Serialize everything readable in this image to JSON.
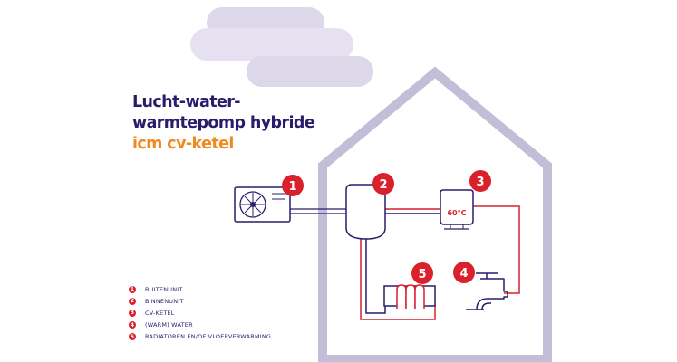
{
  "title": {
    "line1": "Lucht-water-",
    "line2": "warmtepomp hybride",
    "line3": "icm cv-ketel"
  },
  "boiler_temperature": "60°C",
  "markers": [
    "1",
    "2",
    "3",
    "4",
    "5"
  ],
  "legend": [
    {
      "num": "1",
      "label": "BUITENUNIT"
    },
    {
      "num": "2",
      "label": "BINNENUNIT"
    },
    {
      "num": "3",
      "label": "CV-KETEL"
    },
    {
      "num": "4",
      "label": "(WARM) WATER"
    },
    {
      "num": "5",
      "label": " RADIATOREN EN/OF VLOERVERWARMING"
    }
  ],
  "colors": {
    "navy": "#2a1c6b",
    "orange": "#f08a1e",
    "red": "#d9202b",
    "house_outline": "#c4bdd8",
    "clouds": "#ddd7ea"
  }
}
